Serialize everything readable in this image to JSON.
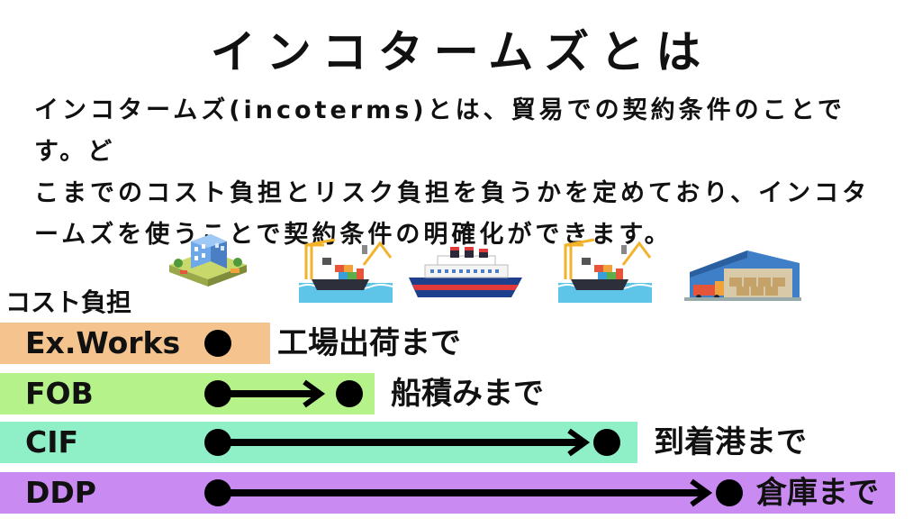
{
  "title": "インコタームズとは",
  "description": [
    "インコタームズ(incoterms)とは、貿易での契約条件のことです。ど",
    "こまでのコスト負担とリスク負担を負うかを定めており、インコタ",
    "ームズを使うことで契約条件の明確化ができます。"
  ],
  "cost_label": "コスト負担",
  "icons": [
    "factory-icon",
    "port-crane-icon",
    "cargo-ship-icon",
    "port-crane-icon",
    "warehouse-icon"
  ],
  "terms": [
    {
      "label": "Ex.Works",
      "dest": "工場出荷まで",
      "color": "#f5c48e"
    },
    {
      "label": "FOB",
      "dest": "船積みまで",
      "color": "#b6f28a"
    },
    {
      "label": "CIF",
      "dest": "到着港まで",
      "color": "#8ff0c8"
    },
    {
      "label": "DDP",
      "dest": "倉庫まで",
      "color": "#c98af2"
    }
  ]
}
